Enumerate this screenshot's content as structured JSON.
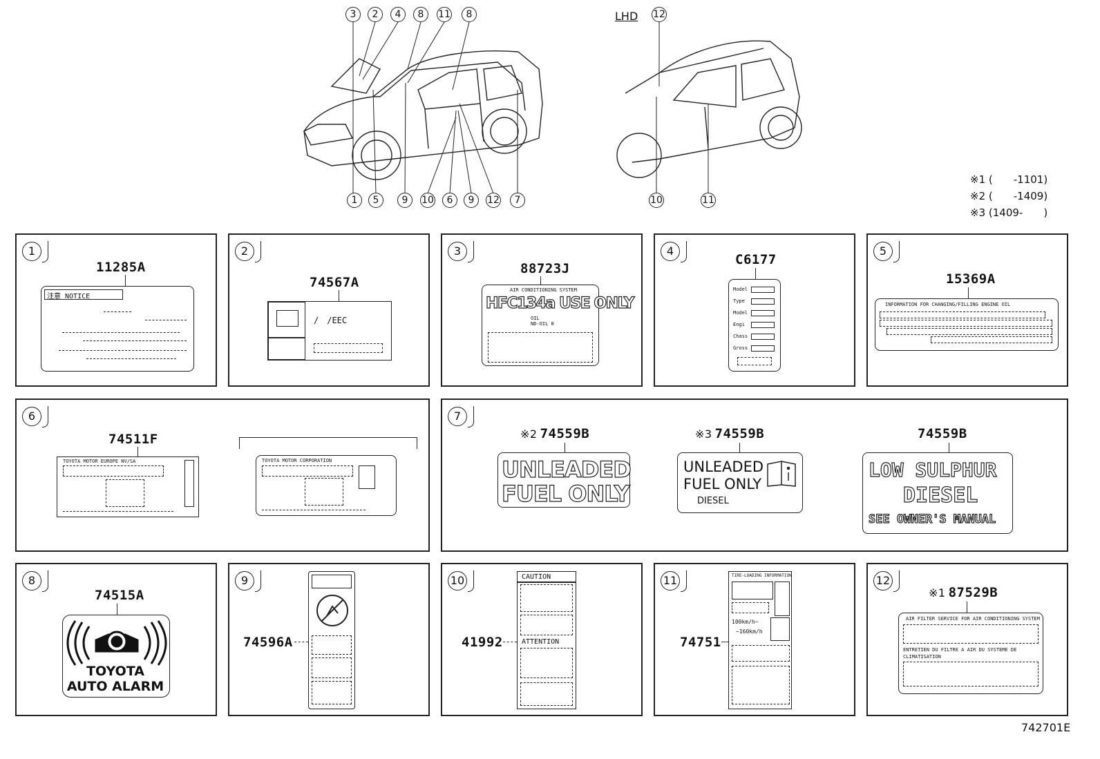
{
  "header": {
    "lhd_label": "LHD",
    "callouts_top_left": [
      "3",
      "2",
      "4",
      "8",
      "11",
      "8"
    ],
    "callouts_bottom_left": [
      "1",
      "5",
      "9",
      "10",
      "6",
      "9",
      "12",
      "7"
    ],
    "callouts_top_right": [
      "12"
    ],
    "callouts_bottom_right": [
      "10",
      "11"
    ],
    "notes": [
      "※1 (　　-1101)",
      "※2 (　　-1409)",
      "※3 (1409-　　)"
    ]
  },
  "panels": [
    {
      "num": "1",
      "part": "11285A",
      "label_text": "注意 NOTICE"
    },
    {
      "num": "2",
      "part": "74567A",
      "label_text": "/　/EEC"
    },
    {
      "num": "3",
      "part": "88723J",
      "label_top": "AIR CONDITIONING SYSTEM",
      "label_big": "HFC134a USE ONLY",
      "label_small": "OIL\nND-OIL 8"
    },
    {
      "num": "4",
      "part": "C6177",
      "rows": [
        "Model",
        "Type",
        "Model",
        "Engi",
        "Chass",
        "Gross"
      ]
    },
    {
      "num": "5",
      "part": "15369A",
      "label_top": "INFORMATION FOR CHANGING/FILLING ENGINE OIL"
    },
    {
      "num": "6",
      "part": "74511F",
      "label_a": "TOYOTA MOTOR EUROPE NV/SA",
      "label_b": "TOYOTA MOTOR CORPORATION"
    },
    {
      "num": "7",
      "items": [
        {
          "prefix": "※2",
          "part": "74559B",
          "line1": "UNLEADED",
          "line2": "FUEL ONLY"
        },
        {
          "prefix": "※3",
          "part": "74559B",
          "line1": "UNLEADED",
          "line2": "FUEL ONLY",
          "line3": "DIESEL"
        },
        {
          "prefix": "",
          "part": "74559B",
          "line1": "LOW  SULPHUR",
          "line2": "DIESEL",
          "line3": "SEE OWNER'S MANUAL"
        }
      ]
    },
    {
      "num": "8",
      "part": "74515A",
      "line1": "TOYOTA",
      "line2": "AUTO ALARM"
    },
    {
      "num": "9",
      "part": "74596A"
    },
    {
      "num": "10",
      "part": "41992",
      "caution": "CAUTION",
      "attention": "ATTENTION"
    },
    {
      "num": "11",
      "part": "74751",
      "label_top": "TIRE-LOADING INFORMATION",
      "speed1": "100km/h~",
      "speed2": "~160km/h"
    },
    {
      "num": "12",
      "prefix": "※1",
      "part": "87529B",
      "label_top": "AIR FILTER SERVICE FOR AIR CONDITIONING SYSTEM",
      "label_mid": "ENTRETIEN DU FILTRE A AIR DU SYSTEME DE CLIMATISATION"
    }
  ],
  "footer": {
    "code": "742701E"
  }
}
